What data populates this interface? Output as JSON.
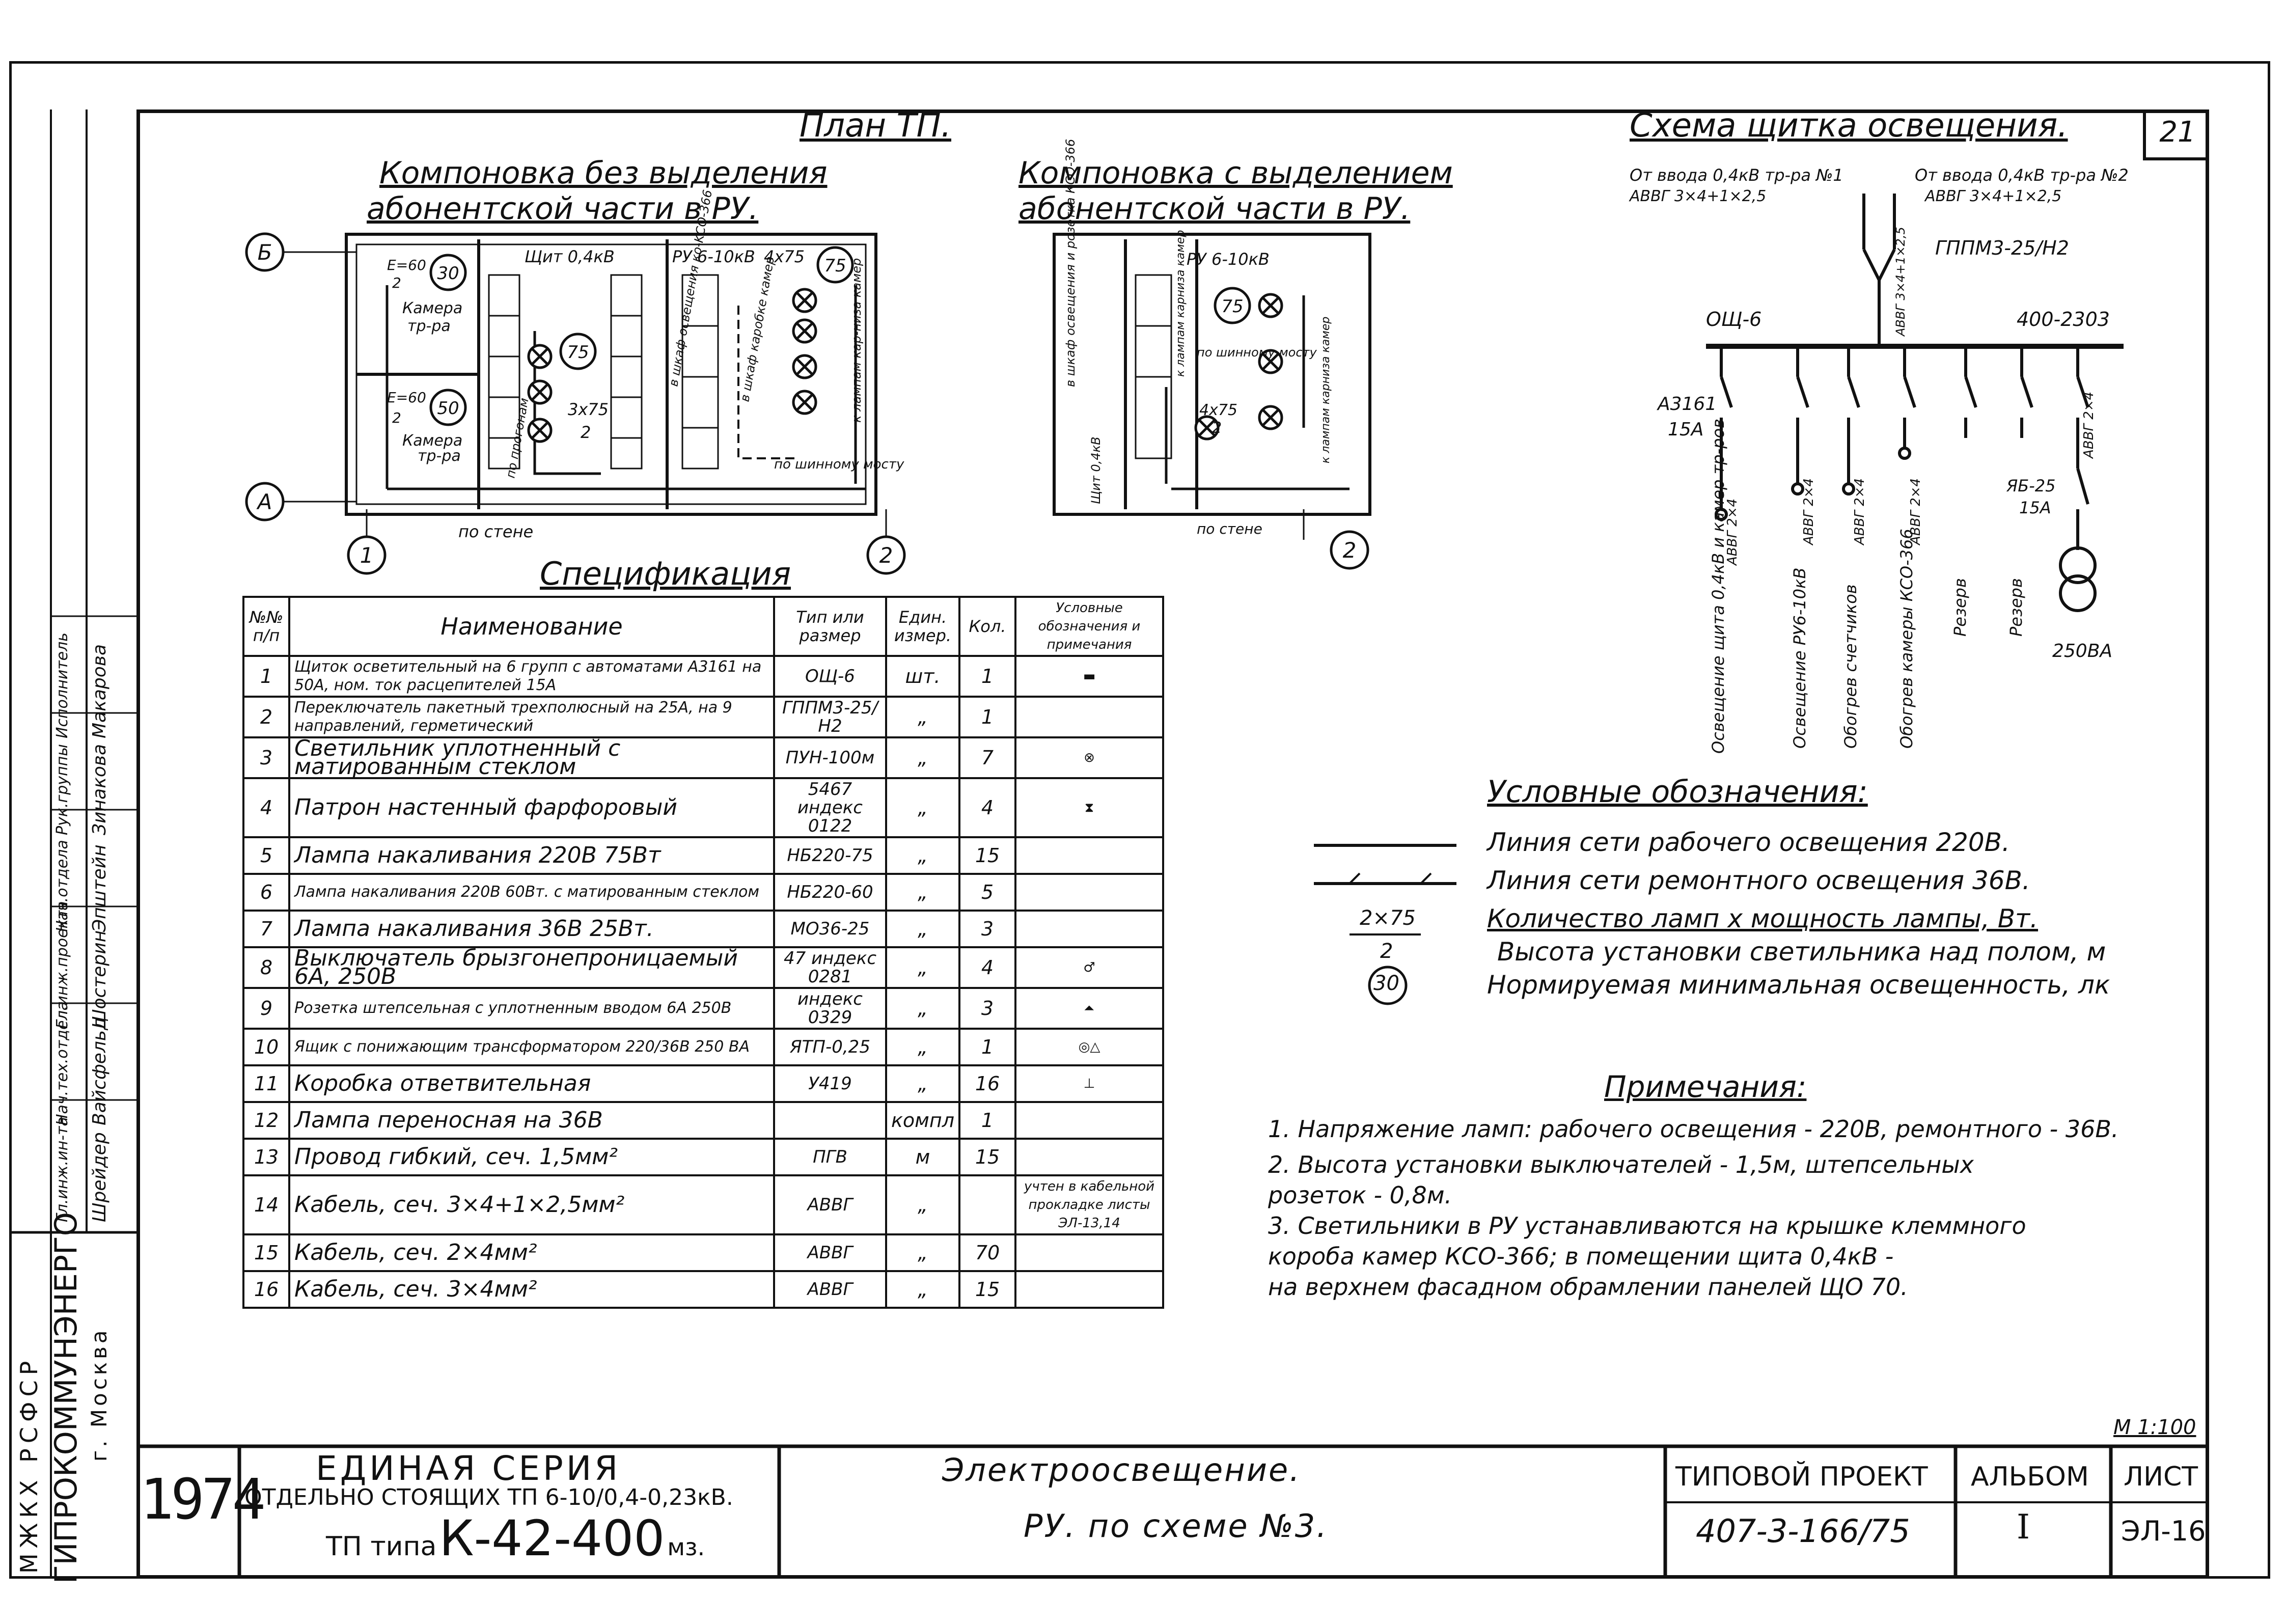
{
  "sheet_number": "21",
  "plan_title": "План ТП.",
  "layout_left_title": [
    "Компоновка без выделения",
    "абонентской части в РУ."
  ],
  "layout_right_title": [
    "Компоновка с выделением",
    "абонентской части в РУ."
  ],
  "scheme_title": "Схема щитка освещения.",
  "plan_labels": {
    "axis_b": "Б",
    "axis_a": "А",
    "axis_1": "1",
    "axis_2_left": "2",
    "axis_2_right": "2",
    "camera1": [
      "Е=60",
      "2",
      "Камера",
      "тр-ра"
    ],
    "camera2": [
      "Е=60",
      "2",
      "Камера",
      "тр-ра"
    ],
    "lux_30": "30",
    "lux_50": "50",
    "lux_75_a": "75",
    "lux_75_b": "75",
    "lux_75_c": "75",
    "shield_label": "Щит 0,4кВ",
    "ru_label": "РУ 6-10кВ",
    "ru_label_right": "РУ 6-10кВ",
    "lamp_count": "4х75",
    "lamp_count2": "3х75",
    "lamp_count2_h": "2",
    "lamp_count3": "4х75",
    "lamp_count3_h": "2",
    "po_stene": "по стене",
    "po_stene_right": "по стене",
    "po_pr": "по прогонам",
    "k_lampam": "к лампам кар-низа камер",
    "po_shinnomu": "по шинному мосту",
    "vvod_osv": "в шкаф освещения ко-KCO-366",
    "v_shkaf": "в шкаф каробке камер",
    "shch_label": "Щит 0,4кВ",
    "k_lampam_r": "к лампам карниза камер",
    "po_shin_r": "по шинному мосту",
    "k_lampam_r2": "к лампам карниза камер",
    "v_shkaf_r": "в шкаф освещения и розетка КСО-366"
  },
  "spec_title": "Спецификация",
  "spec_headers": {
    "num": "№№ п/п",
    "name": "Наименование",
    "type": "Тип или размер",
    "unit": "Един. измер.",
    "qty": "Кол.",
    "note": "Условные обозначения и примечания"
  },
  "spec_rows": [
    {
      "n": "1",
      "name": "Щиток осветительный на 6 групп с автоматами А3161 на 50А, ном. ток расцепителей 15А",
      "type": "ОЩ-6",
      "unit": "шт.",
      "qty": "1",
      "sym": "▬"
    },
    {
      "n": "2",
      "name": "Переключатель пакетный трехполюсный на 25А, на 9 направлений, герметический",
      "type": "ГППМ3-25/Н2",
      "unit": "„",
      "qty": "1",
      "sym": ""
    },
    {
      "n": "3",
      "name": "Светильник уплотненный с матированным стеклом",
      "type": "ПУН-100м",
      "unit": "„",
      "qty": "7",
      "sym": "⊗"
    },
    {
      "n": "4",
      "name": "Патрон настенный фарфоровый",
      "type": "5467 индекс 0122",
      "unit": "„",
      "qty": "4",
      "sym": "⧗"
    },
    {
      "n": "5",
      "name": "Лампа накаливания 220В 75Вт",
      "type": "НБ220-75",
      "unit": "„",
      "qty": "15",
      "sym": ""
    },
    {
      "n": "6",
      "name": "Лампа накаливания 220В 60Вт. с матированным стеклом",
      "type": "НБ220-60",
      "unit": "„",
      "qty": "5",
      "sym": ""
    },
    {
      "n": "7",
      "name": "Лампа накаливания 36В 25Вт.",
      "type": "МО36-25",
      "unit": "„",
      "qty": "3",
      "sym": ""
    },
    {
      "n": "8",
      "name": "Выключатель брызгонепроницаемый 6А, 250В",
      "type": "47 индекс 0281",
      "unit": "„",
      "qty": "4",
      "sym": "♂"
    },
    {
      "n": "9",
      "name": "Розетка штепсельная с уплотненным вводом 6А 250В",
      "type": "индекс 0329",
      "unit": "„",
      "qty": "3",
      "sym": "⏶"
    },
    {
      "n": "10",
      "name": "Ящик с понижающим трансформатором 220/36В 250 ВА",
      "type": "ЯТП-0,25",
      "unit": "„",
      "qty": "1",
      "sym": "◎△"
    },
    {
      "n": "11",
      "name": "Коробка ответвительная",
      "type": "У419",
      "unit": "„",
      "qty": "16",
      "sym": "⊥"
    },
    {
      "n": "12",
      "name": "Лампа переносная на 36В",
      "type": "",
      "unit": "компл",
      "qty": "1",
      "sym": ""
    },
    {
      "n": "13",
      "name": "Провод гибкий, сеч. 1,5мм²",
      "type": "ПГВ",
      "unit": "м",
      "qty": "15",
      "sym": ""
    },
    {
      "n": "14",
      "name": "Кабель, сеч. 3×4+1×2,5мм²",
      "type": "АВВГ",
      "unit": "„",
      "qty": "",
      "sym": "учтен в кабельной прокладке листы ЭЛ-13,14"
    },
    {
      "n": "15",
      "name": "Кабель, сеч. 2×4мм²",
      "type": "АВВГ",
      "unit": "„",
      "qty": "70",
      "sym": ""
    },
    {
      "n": "16",
      "name": "Кабель, сеч. 3×4мм²",
      "type": "АВВГ",
      "unit": "„",
      "qty": "15",
      "sym": ""
    }
  ],
  "scheme": {
    "input1": "От ввода 0,4кВ тр-ра №1",
    "input1_cable": "АВВГ 3×4+1×2,5",
    "input2": "От ввода 0,4кВ тр-ра №2",
    "input2_cable": "АВВГ 3×4+1×2,5",
    "switch": "ГППМ3-25/Н2",
    "bus_left": "ОЩ-6",
    "bus_right": "400-2303",
    "riser_cable": "АВВГ 3×4+1×2,5",
    "breaker": "А3161",
    "breaker_current": "15А",
    "fuse": "ЯБ-25",
    "fuse_current": "15А",
    "transformer": "250ВА",
    "groups": [
      {
        "cable": "АВВГ 2×4",
        "label": "Освещение щита 0,4кВ и камер тр-ров"
      },
      {
        "cable": "АВВГ 2×4",
        "label": "Освещение РУ6-10кВ"
      },
      {
        "cable": "АВВГ 2×4",
        "label": "Обогрев счетчиков"
      },
      {
        "cable": "АВВГ 2×4",
        "label": "Обогрев камеры КСО-366"
      },
      {
        "cable": "",
        "label": "Резерв"
      },
      {
        "cable": "",
        "label": "Резерв"
      },
      {
        "cable": "АВВГ 2×4",
        "label": ""
      }
    ]
  },
  "legend": {
    "title": "Условные обозначения:",
    "row1": "Линия сети рабочего освещения 220В.",
    "row2": "Линия сети ремонтного освещения 36В.",
    "row3_sym_top": "2×75",
    "row3_sym_bottom": "2",
    "row3": "Количество ламп х мощность лампы, Вт.",
    "row4": "Высота установки светильника над полом, м",
    "row5_sym": "30",
    "row5": "Нормируемая минимальная освещенность, лк"
  },
  "notes": {
    "title": "Примечания:",
    "lines": [
      "1. Напряжение ламп: рабочего освещения - 220В, ремонтного - 36В.",
      "2. Высота установки выключателей - 1,5м, штепсельных",
      "    розеток - 0,8м.",
      "3. Светильники в РУ устанавливаются на крышке клеммного",
      "    короба камер КСО-366; в помещении щита 0,4кВ -",
      "    на верхнем фасадном обрамлении панелей ЩО 70."
    ]
  },
  "scale": "М 1:100",
  "title_block": {
    "year": "1974",
    "series_line1": "ЕДИНАЯ СЕРИЯ",
    "series_line2": "ОТДЕЛЬНО СТОЯЩИХ ТП 6-10/0,4-0,23кВ.",
    "series_line3_a": "ТП типа",
    "series_line3_b": "К-42-400",
    "series_line3_c": "мз.",
    "subject_line1": "Электроосвещение.",
    "subject_line2": "РУ. по схеме №3.",
    "project_label": "ТИПОВОЙ ПРОЕКТ",
    "project_number": "407-3-166/75",
    "album_label": "АЛЬБОМ",
    "album_number": "I",
    "sheet_label": "ЛИСТ",
    "sheet_code": "ЭЛ-16"
  },
  "side_block": {
    "roles": [
      "Гл.инж.ин-та",
      "Нач.тех.отдела",
      "Гл.инж.проекта",
      "Нач.отдела",
      "Рук.группы",
      "Исполнитель"
    ],
    "names": [
      "Шрейдер",
      "Вайсфельд",
      "Шостерин",
      "Эпштейн",
      "Зинакова",
      "Макарова"
    ],
    "org_ministry": "МЖКХ РСФСР",
    "org_name": "ГИПРОКОММУНЭНЕРГО",
    "org_city": "г. Москва"
  }
}
